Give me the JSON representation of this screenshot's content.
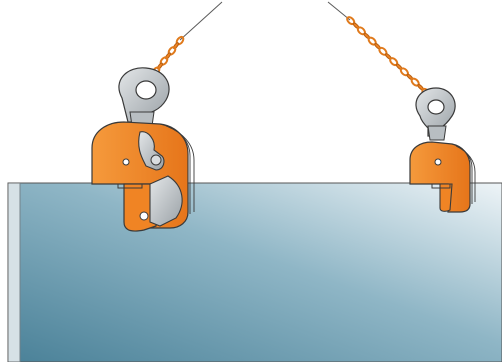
{
  "colors": {
    "background": "#ffffff",
    "plate_dark": "#4a8198",
    "plate_mid": "#8fb6c6",
    "plate_light": "#e8f0f4",
    "plate_edge": "#c5d3d9",
    "clamp_orange": "#f08424",
    "clamp_orange_dark": "#c96512",
    "steel_gray": "#c8cdd1",
    "steel_gray_dark": "#8a9196",
    "outline": "#3a3a3a"
  },
  "scene": {
    "plate": {
      "description_icon": "steel-plate"
    },
    "left_clamp": {
      "icon": "vertical-plate-lifting-clamp",
      "state": "locked"
    },
    "right_clamp": {
      "icon": "vertical-plate-lifting-clamp",
      "state": "open"
    },
    "chains": [
      "left-chain",
      "right-chain"
    ],
    "cables": [
      "left-cable",
      "right-cable"
    ]
  }
}
